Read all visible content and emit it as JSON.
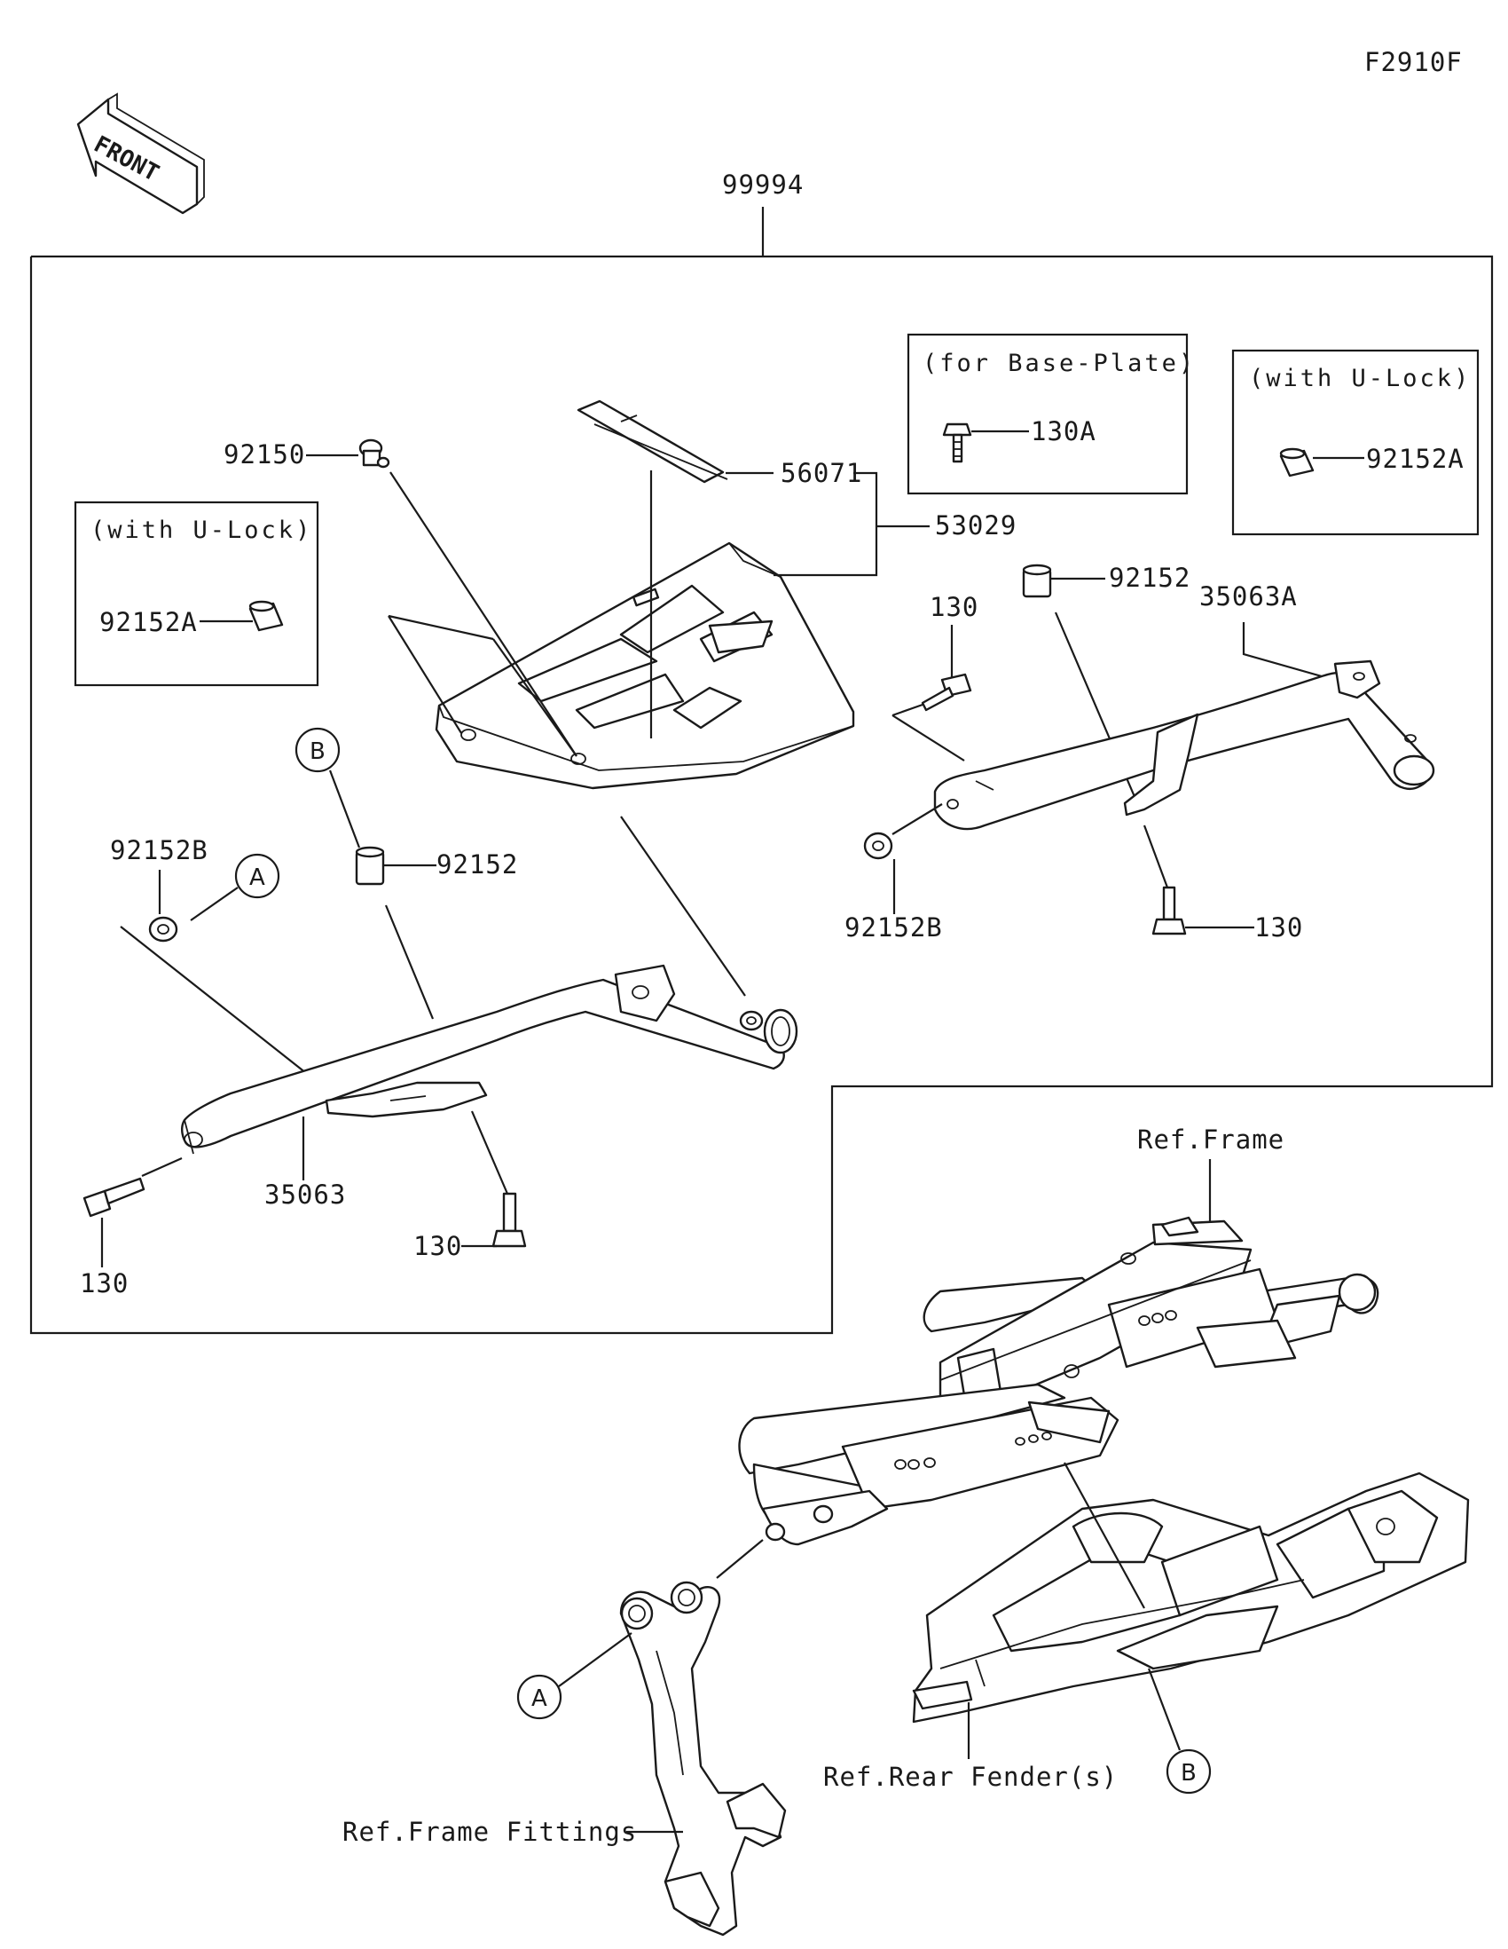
{
  "figure_code": "F2910F",
  "front_label": "FRONT",
  "kit_number": "99994",
  "notes": {
    "base_plate": "(for Base-Plate)",
    "u_lock_right": "(with U-Lock)",
    "u_lock_left": "(with U-Lock)"
  },
  "parts": {
    "p92150": "92150",
    "p56071": "56071",
    "p53029": "53029",
    "p130A": "130A",
    "p92152A_right": "92152A",
    "p92152A_left": "92152A",
    "p130_upper": "130",
    "p92152_upper": "92152",
    "p35063A": "35063A",
    "p92152B_left": "92152B",
    "p92152_left": "92152",
    "p92152B_right": "92152B",
    "p130_right": "130",
    "p35063": "35063",
    "p130_mid": "130",
    "p130_bottom": "130"
  },
  "references": {
    "frame": "Ref.Frame",
    "rear_fender": "Ref.Rear Fender(s)",
    "frame_fittings": "Ref.Frame Fittings"
  },
  "callouts": {
    "a_upper": "A",
    "b_upper": "B",
    "a_lower": "A",
    "b_lower": "B"
  }
}
